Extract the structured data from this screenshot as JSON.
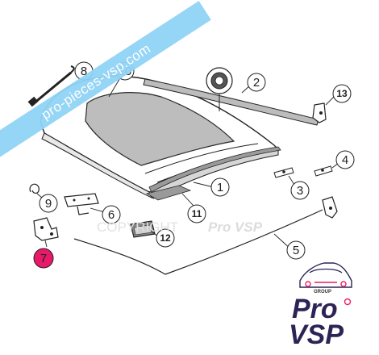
{
  "watermark": {
    "banner": "pro-pieces-vsp.com",
    "copyright": "COPYRIGHT",
    "brand": "Pro VSP"
  },
  "logo": {
    "group_label": "GROUP",
    "word_top": "Pro",
    "word_bottom": "VSP"
  },
  "callouts": [
    {
      "id": "1",
      "label": "1"
    },
    {
      "id": "2",
      "label": "2"
    },
    {
      "id": "3",
      "label": "3"
    },
    {
      "id": "4",
      "label": "4"
    },
    {
      "id": "5",
      "label": "5"
    },
    {
      "id": "6",
      "label": "6"
    },
    {
      "id": "7",
      "label": "7",
      "highlighted": true
    },
    {
      "id": "8",
      "label": "8"
    },
    {
      "id": "9",
      "label": "9"
    },
    {
      "id": "10",
      "label": "10"
    },
    {
      "id": "11",
      "label": "11"
    },
    {
      "id": "12",
      "label": "12"
    },
    {
      "id": "13",
      "label": "13"
    }
  ],
  "colors": {
    "banner": "#8fd3f4",
    "highlight": "#e9196a",
    "logo_pink": "#e91e63",
    "logo_navy": "#2d2455",
    "line": "#222222"
  }
}
